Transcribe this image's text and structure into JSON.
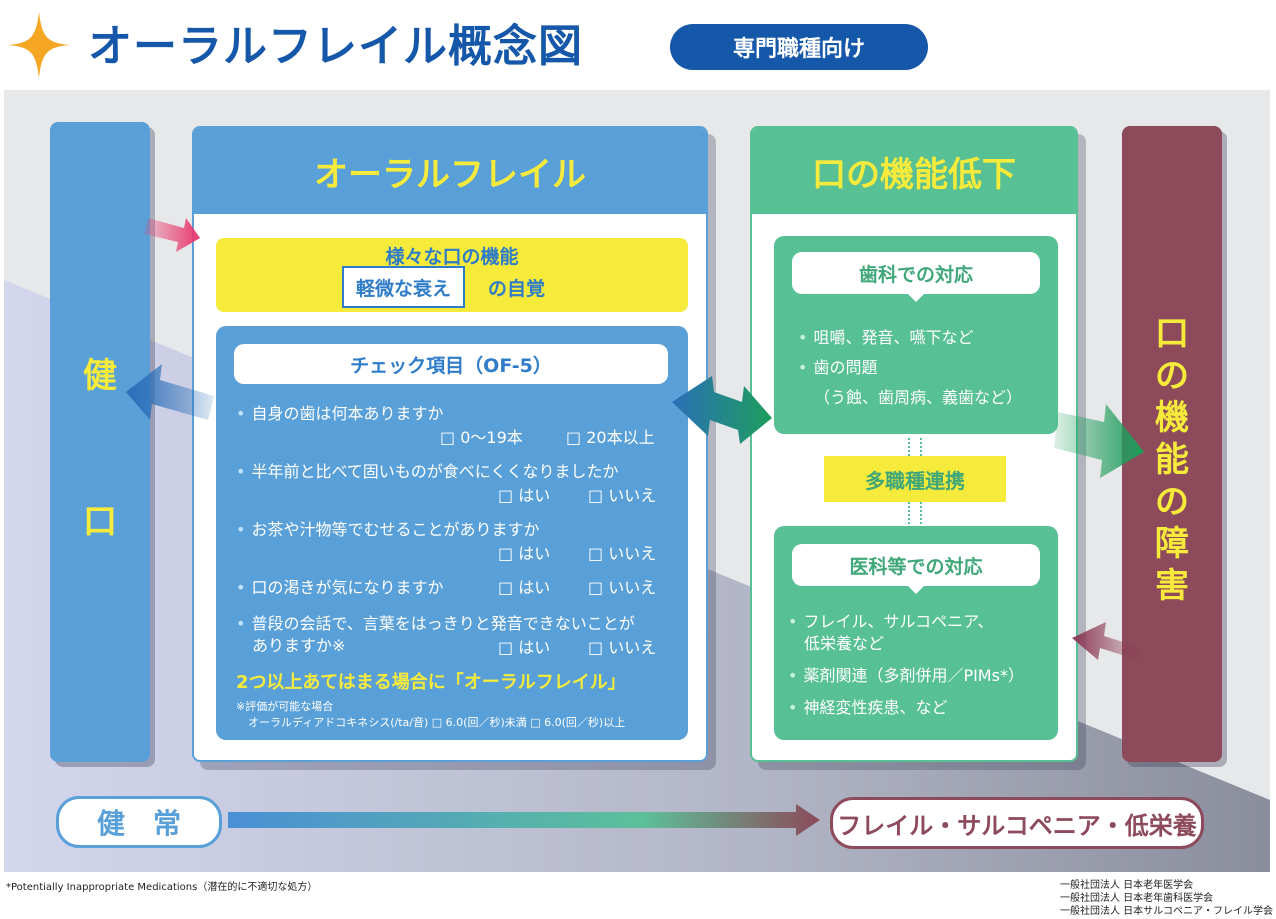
{
  "header": {
    "title": "オーラルフレイル概念図",
    "badge": "専門職種向け"
  },
  "health_column": {
    "chars": [
      "健",
      "口"
    ]
  },
  "oral_frailty": {
    "heading": "オーラルフレイル",
    "functions_line1": "様々な口の機能",
    "functions_boxed": "軽微な衰え",
    "functions_suffix": "の自覚",
    "checklist_title": "チェック項目（OF-5）",
    "questions": [
      {
        "text": "自身の歯は何本ありますか",
        "opt1": "□ 0〜19本",
        "opt2": "□ 20本以上"
      },
      {
        "text": "半年前と比べて固いものが食べにくくなりましたか",
        "opt1": "□ はい",
        "opt2": "□ いいえ"
      },
      {
        "text": "お茶や汁物等でむせることがありますか",
        "opt1": "□ はい",
        "opt2": "□ いいえ"
      },
      {
        "text": "口の渇きが気になりますか",
        "opt1": "□ はい",
        "opt2": "□ いいえ"
      },
      {
        "text": "普段の会話で、言葉をはっきりと発音できないことが",
        "text2": "ありますか※",
        "opt1": "□ はい",
        "opt2": "□ いいえ"
      }
    ],
    "conclusion": "2つ以上あてはまる場合に「オーラルフレイル」",
    "note1": "※評価が可能な場合",
    "note2": "オーラルディアドコキネシス(/ta/音) □ 6.0(回／秒)未満 □ 6.0(回／秒)以上"
  },
  "mouth_decline": {
    "heading": "口の機能低下",
    "dental_title": "歯科での対応",
    "dental_items": [
      "咀嚼、発音、嚥下など",
      "歯の問題",
      "（う蝕、歯周病、義歯など）"
    ],
    "collab": "多職種連携",
    "medical_title": "医科等での対応",
    "medical_items": [
      "フレイル、サルコペニア、",
      "低栄養など",
      "薬剤関連（多剤併用／PIMs*）",
      "神経変性疾患、など"
    ]
  },
  "disorder_column": {
    "chars": [
      "口",
      "の",
      "機",
      "能",
      "の",
      "障",
      "害"
    ]
  },
  "bottom": {
    "left_label": "健　常",
    "right_label": "フレイル・サルコペニア・低栄養"
  },
  "footnote": "*Potentially Inappropriate Medications（潜在的に不適切な処方）",
  "credits": [
    "一般社団法人 日本老年医学会",
    "一般社団法人 日本老年歯科医学会",
    "一般社団法人 日本サルコペニア・フレイル学会"
  ],
  "colors": {
    "navy": "#1557a8",
    "blue": "#5aa0d8",
    "green": "#57c094",
    "yellow": "#f6ea3a",
    "maroon": "#8c4a5a",
    "star": "#f5a623"
  }
}
